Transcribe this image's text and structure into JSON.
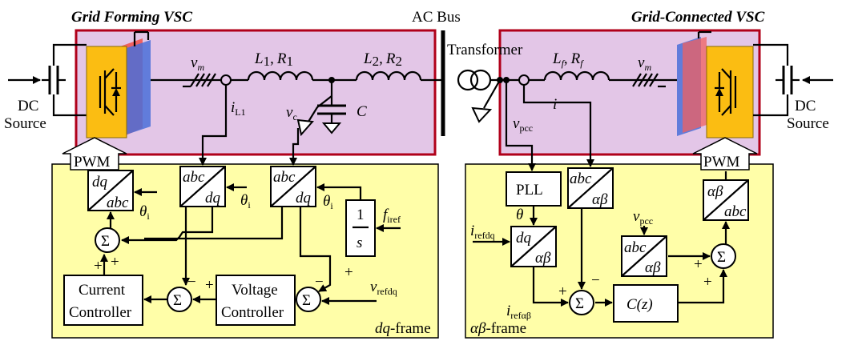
{
  "titles": {
    "left": "Grid Forming VSC",
    "right": "Grid-Connected VSC",
    "ac_bus": "AC Bus",
    "transformer": "Transformer"
  },
  "labels": {
    "dc_source": [
      "DC",
      "Source"
    ],
    "pwm": "PWM",
    "vm_v": "v",
    "vm_sub": "m",
    "L1": "L",
    "L1_sub": "1",
    "R1": "R",
    "R1_sub": "1",
    "L2": "L",
    "L2_sub": "2",
    "R2": "R",
    "R2_sub": "2",
    "iL1": "i",
    "iL1_sub": "L1",
    "vc": "v",
    "vc_sub": "c",
    "C": "C",
    "Lf": "L",
    "Lf_sub": "f",
    "Rf": "R",
    "Rf_sub": "f",
    "i": "i",
    "vpcc": "v",
    "vpcc_sub": "pcc",
    "comma": ",",
    "abc": "abc",
    "dq": "dq",
    "alphabeta": "αβ",
    "theta": "θ",
    "theta_sub": "i",
    "one": "1",
    "s": "s",
    "firef": "f",
    "firef_sub": "iref",
    "sigma": "Σ",
    "plus": "+",
    "minus": "−",
    "current_controller": [
      "Current",
      "Controller"
    ],
    "voltage_controller": [
      "Voltage",
      "Controller"
    ],
    "vrefdq": "v",
    "vrefdq_sub": "refdq",
    "irefdq": "i",
    "irefdq_sub": "refdq",
    "irefab": "i",
    "irefab_sub": "refαβ",
    "pll": "PLL",
    "theta_plain": "θ",
    "cz": "C(z)",
    "dq_frame": "dq",
    "frame_suffix": "-frame",
    "ab_frame": "αβ"
  },
  "colors": {
    "power_fill": "#e3c6e7",
    "power_border": "#b0001a",
    "control_fill": "#fffea8",
    "igbt_front": "#fbbd12",
    "igbt_side_red": "#f06060",
    "igbt_side_blue": "#4a6fd8"
  }
}
